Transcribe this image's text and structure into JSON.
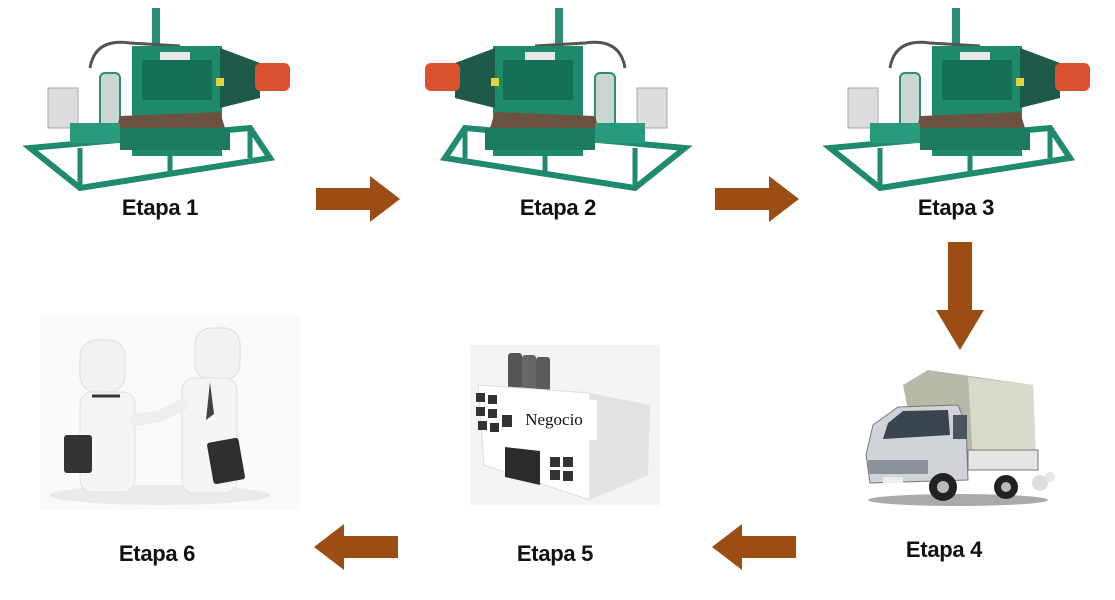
{
  "diagram": {
    "type": "process-flow",
    "colors": {
      "arrow": "#9c4d14",
      "machine_green": "#1f8a6e",
      "machine_red": "#d9522d",
      "background": "#ffffff"
    },
    "stages": [
      {
        "id": 1,
        "label": "Etapa 1",
        "image": "brick-machine-icon"
      },
      {
        "id": 2,
        "label": "Etapa 2",
        "image": "brick-machine-icon"
      },
      {
        "id": 3,
        "label": "Etapa 3",
        "image": "brick-machine-icon"
      },
      {
        "id": 4,
        "label": "Etapa 4",
        "image": "delivery-truck-icon"
      },
      {
        "id": 5,
        "label": "Etapa 5",
        "image": "business-building-icon",
        "sign_text": "Negocio"
      },
      {
        "id": 6,
        "label": "Etapa 6",
        "image": "handshake-icon"
      }
    ],
    "arrows": [
      {
        "from": 1,
        "to": 2,
        "direction": "right"
      },
      {
        "from": 2,
        "to": 3,
        "direction": "right"
      },
      {
        "from": 3,
        "to": 4,
        "direction": "down"
      },
      {
        "from": 4,
        "to": 5,
        "direction": "left"
      },
      {
        "from": 5,
        "to": 6,
        "direction": "left"
      }
    ]
  }
}
